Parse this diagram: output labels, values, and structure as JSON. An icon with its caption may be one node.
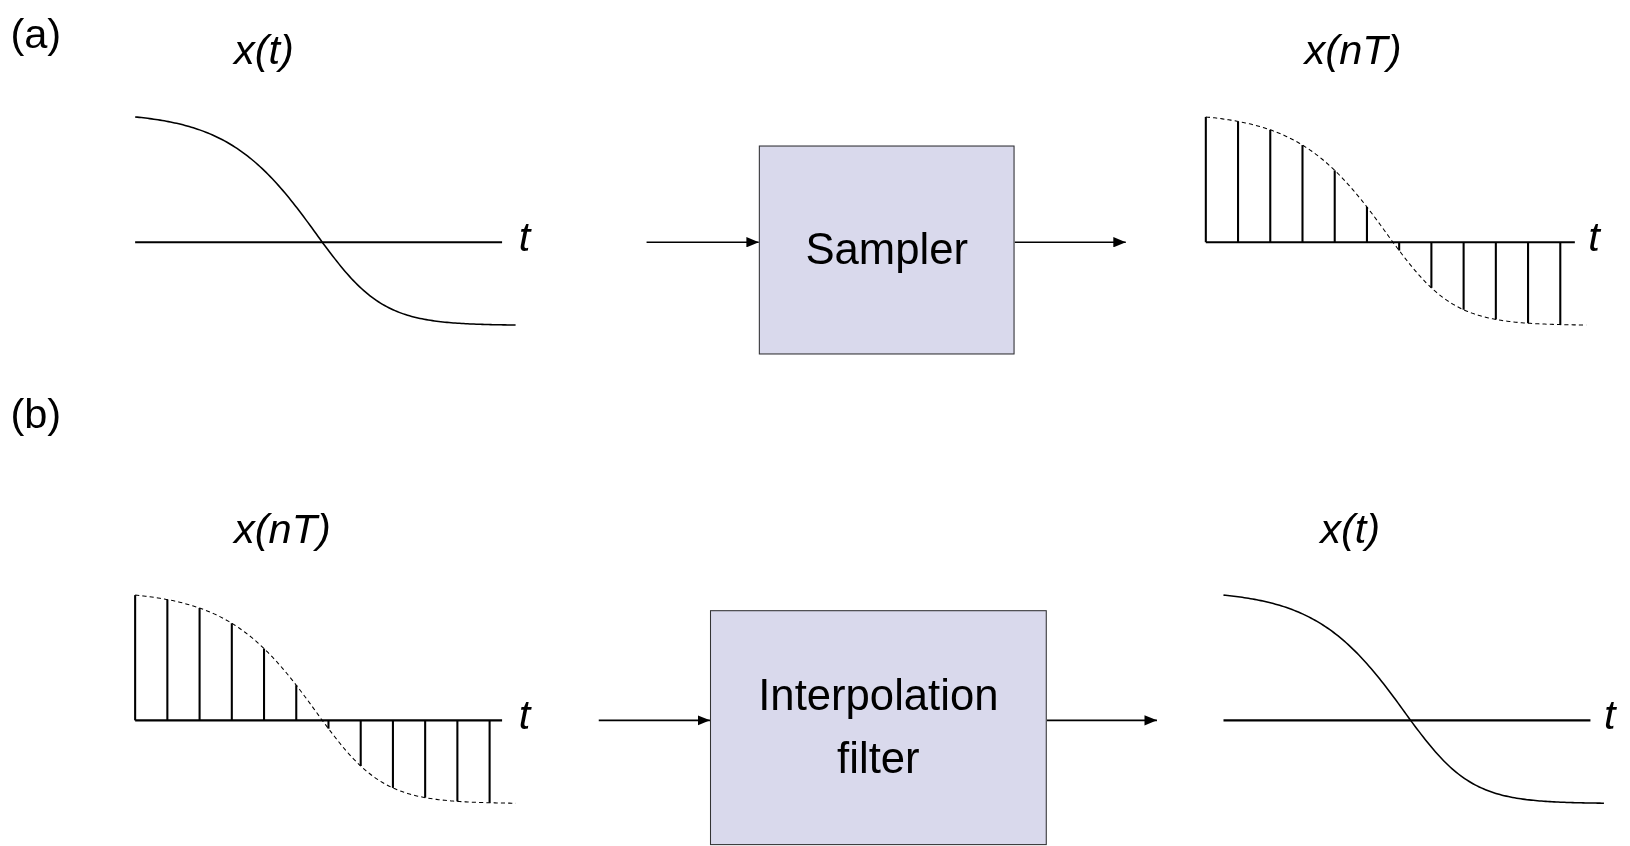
{
  "diagram": {
    "nodes": [
      {
        "text": [
          "Sampler"
        ]
      },
      {
        "text": [
          "Interpolation filter"
        ]
      }
    ],
    "edges": [
      {
        "from": null,
        "to": 0,
        "arrow": "to"
      },
      {
        "from": 0,
        "to": null,
        "arrow": "to"
      },
      {
        "from": null,
        "to": 1,
        "arrow": "to"
      },
      {
        "from": 1,
        "to": null,
        "arrow": "to"
      }
    ],
    "labels": [
      "(a)",
      "x(t)",
      "x(nT)",
      "t",
      "t",
      "(b)",
      "x(nT)",
      "x(t)",
      "t",
      "t"
    ]
  }
}
